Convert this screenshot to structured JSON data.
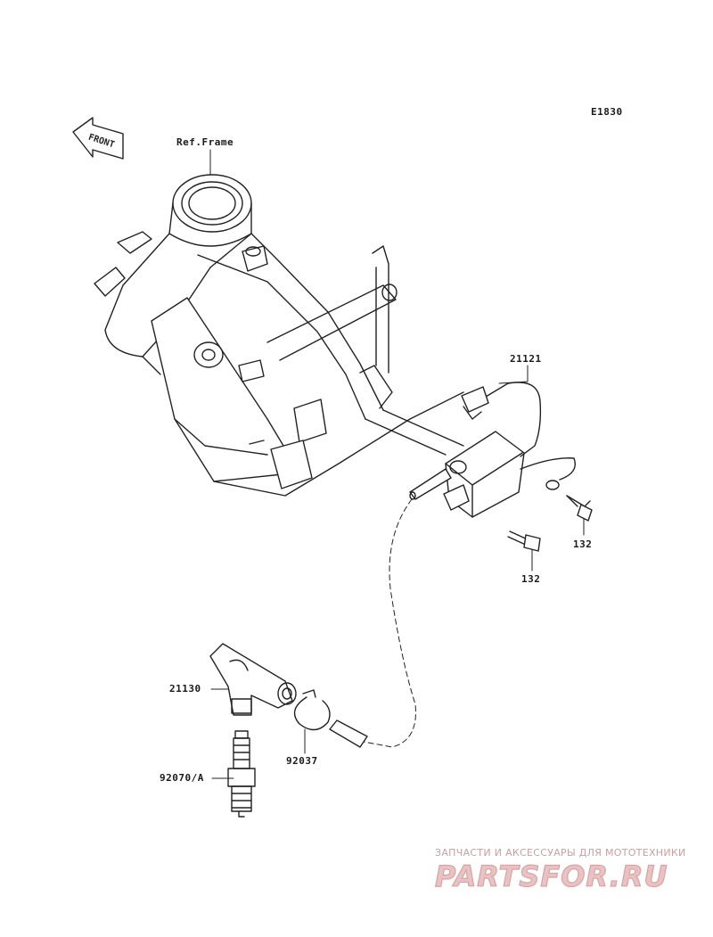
{
  "diagram": {
    "code": "E1830",
    "front_arrow_label": "FRONT",
    "ref_label": "Ref.Frame",
    "parts": [
      {
        "id": "ignition-coil",
        "number": "21121"
      },
      {
        "id": "bolt-right",
        "number": "132"
      },
      {
        "id": "bolt-lower",
        "number": "132"
      },
      {
        "id": "plug-cap",
        "number": "21130"
      },
      {
        "id": "clamp",
        "number": "92037"
      },
      {
        "id": "spark-plug",
        "number": "92070/A"
      }
    ]
  },
  "watermark": {
    "tagline": "ЗАПЧАСТИ И АКСЕССУАРЫ ДЛЯ МОТОТЕХНИКИ",
    "logo": "PARTSFOR.RU",
    "color": "#d9a3a3"
  },
  "colors": {
    "line": "#222222",
    "background": "#ffffff"
  }
}
